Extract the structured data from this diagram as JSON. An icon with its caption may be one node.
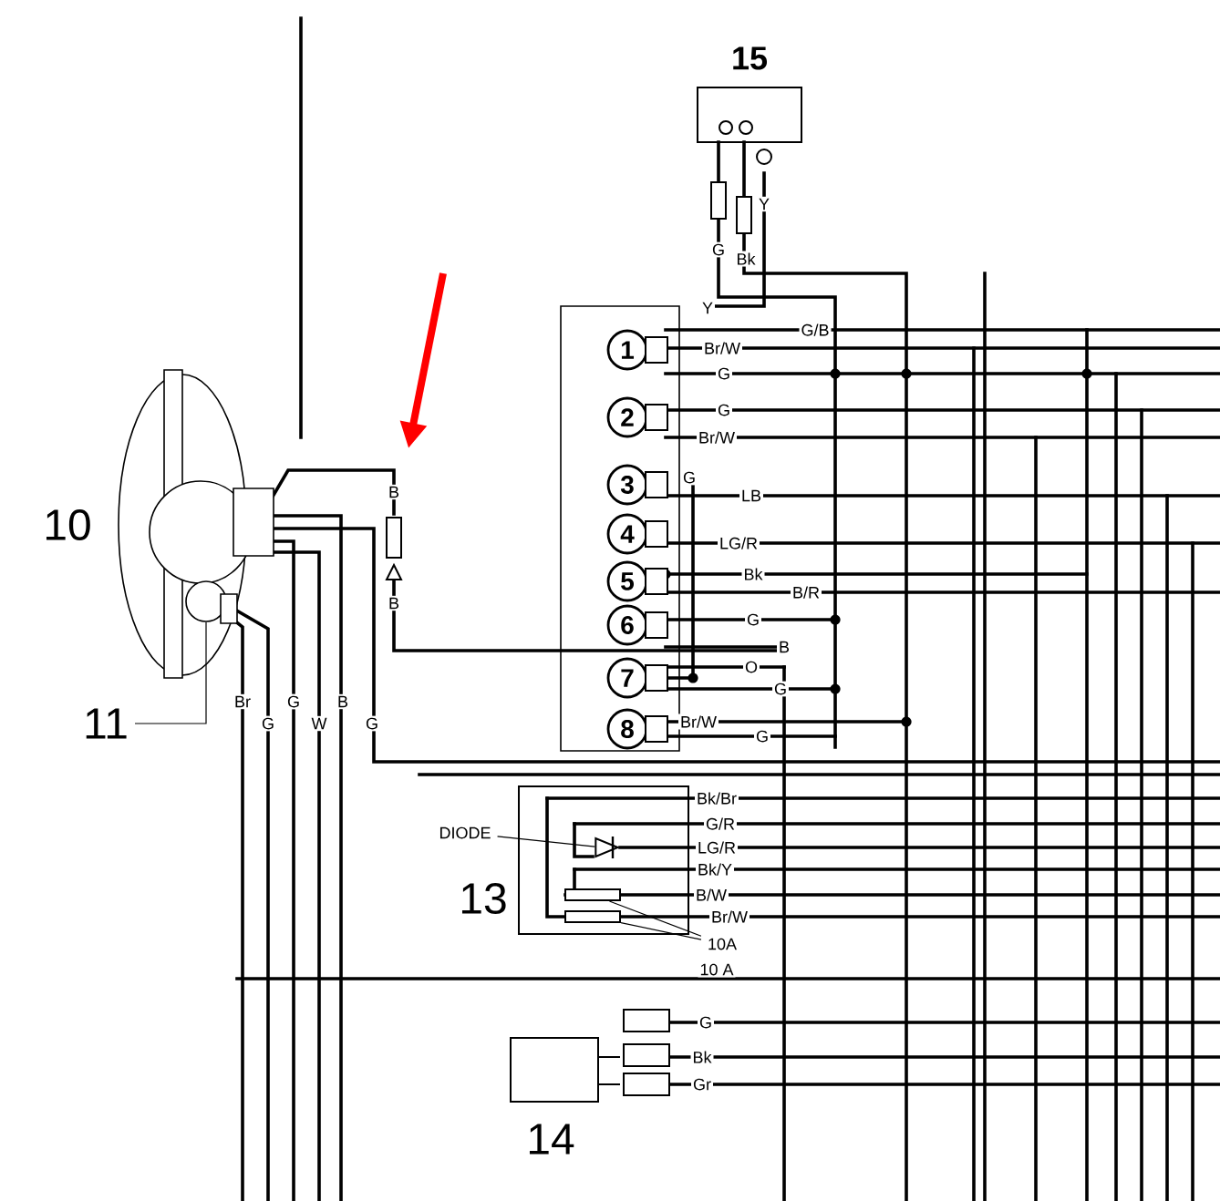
{
  "diagram": {
    "nodes": [
      {
        "text": [
          "15"
        ]
      },
      {
        "text": [],
        "shape": "box"
      },
      {
        "text": [
          "1"
        ],
        "in": 1
      },
      {
        "text": [
          "2"
        ],
        "in": 1
      },
      {
        "text": [
          "3"
        ],
        "in": 1
      },
      {
        "text": [
          "4"
        ],
        "in": 1
      },
      {
        "text": [
          "5"
        ],
        "in": 1
      },
      {
        "text": [
          "6"
        ],
        "in": 1
      },
      {
        "text": [
          "7"
        ],
        "in": 1
      },
      {
        "text": [
          "8"
        ],
        "in": 1
      },
      {
        "text": [],
        "shape": "picture",
        "beside": [
          "10"
        ]
      },
      {
        "text": [],
        "shape": "circle",
        "in": 10
      },
      {
        "text": [
          "11"
        ]
      },
      {
        "text": [
          "13"
        ]
      },
      {
        "text": [],
        "shape": "diode",
        "in": 13
      },
      {
        "text": [],
        "shape": "fuse",
        "in": 13
      },
      {
        "text": [],
        "shape": "fuse",
        "in": 13
      },
      {
        "text": [
          "DIODE"
        ]
      },
      {
        "text": [
          "10A"
        ]
      },
      {
        "text": [
          "14"
        ]
      }
    ],
    "edges": [
      {
        "from": 12,
        "to": 11,
        "arrow": "none"
      },
      {
        "from": 17,
        "to": 14,
        "arrow": "none"
      },
      {
        "from": 18,
        "to": 15,
        "arrow": "none"
      },
      {
        "from": 18,
        "to": 16,
        "arrow": "none"
      }
    ],
    "labels": [
      "Y",
      "G",
      "Bk",
      "Y",
      "G/B",
      "Br/W",
      "G",
      "G",
      "Br/W",
      "B",
      "G",
      "LB",
      "LG/R",
      "Bk",
      "B/R",
      "B",
      "G",
      "B",
      "O",
      "G",
      "Br",
      "G",
      "G",
      "W",
      "B",
      "G",
      "Br/W",
      "G",
      "Bk/Br",
      "G/R",
      "LG/R",
      "Bk/Y",
      "B/W",
      "Br/W",
      "10 A",
      "G",
      "Bk",
      "Gr"
    ]
  }
}
